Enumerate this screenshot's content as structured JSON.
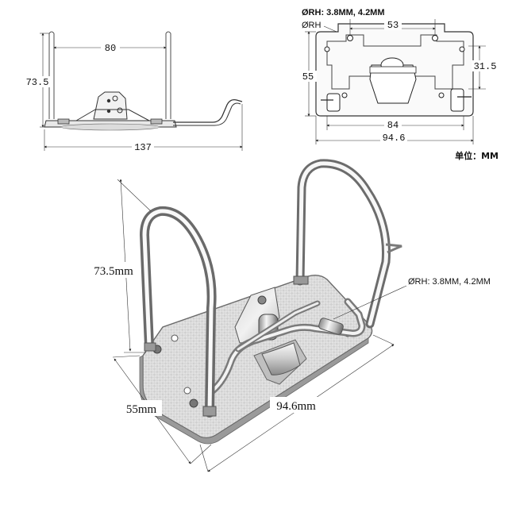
{
  "front_view": {
    "inner_width": "80",
    "height": "73.5",
    "overall_length": "137"
  },
  "top_view": {
    "hole_diameter": "ØRH: 3.8MM, 4.2MM",
    "hole_label": "ØRH",
    "hole_spacing": "53",
    "height": "55",
    "ring_offset": "31.5",
    "ring_span": "84",
    "plate_length": "94.6"
  },
  "unit_note": "单位：MM",
  "photo": {
    "height": "73.5mm",
    "hole_diameter": "ØRH: 3.8MM, 4.2MM",
    "width": "55mm",
    "length": "94.6mm"
  },
  "colors": {
    "metal_light": "#f2f2f2",
    "metal_mid": "#c9c9c9",
    "metal_dark": "#6f6f6f",
    "line": "#222222"
  }
}
